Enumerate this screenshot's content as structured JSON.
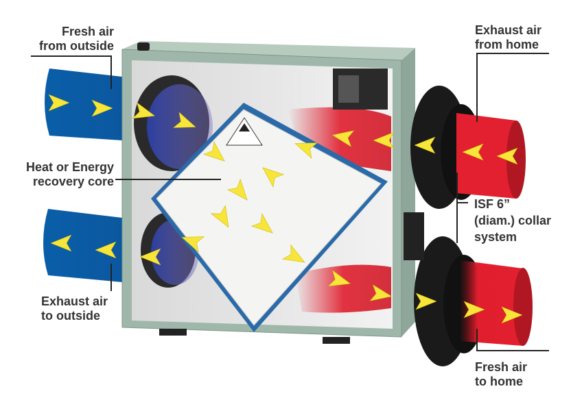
{
  "labels": {
    "fresh_from_outside": [
      "Fresh air",
      "from outside"
    ],
    "recovery_core": [
      "Heat or Energy",
      "recovery core"
    ],
    "exhaust_to_outside": [
      "Exhaust air",
      "to outside"
    ],
    "exhaust_from_home": [
      "Exhaust air",
      "from home"
    ],
    "collar_system": [
      "ISF 6”",
      "(diam.) collar",
      "system"
    ],
    "fresh_to_home": [
      "Fresh air",
      "to home"
    ]
  },
  "colors": {
    "fresh_duct": "#0a5ea8",
    "exhaust_duct": "#e01e2e",
    "arrow": "#f7e53a",
    "cabinet": "#9fb7aa",
    "text": "#333333"
  }
}
